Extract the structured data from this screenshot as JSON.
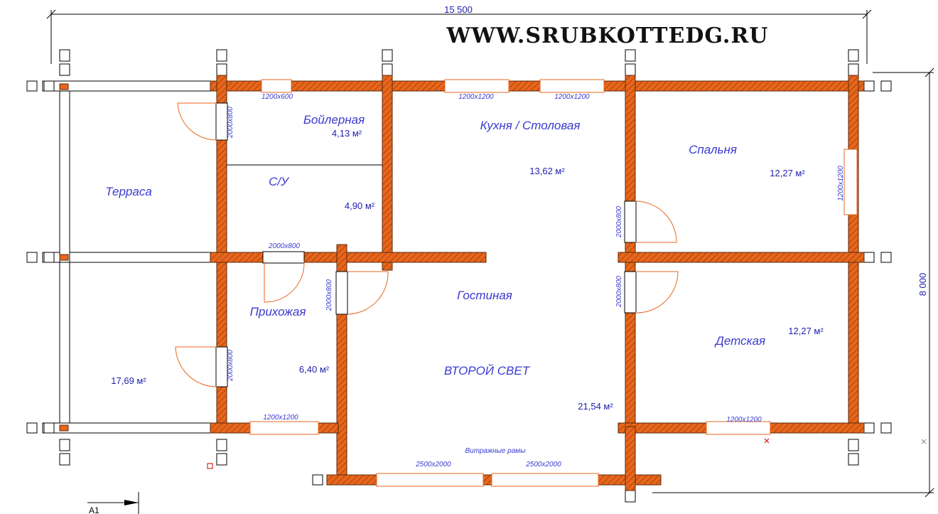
{
  "brand": "WWW.SRUBKOTTEDG.RU",
  "overall": {
    "width": "15 500",
    "height": "8 000"
  },
  "section_mark": "A1",
  "rooms": {
    "boiler": {
      "name": "Бойлерная",
      "area": "4,13 м²"
    },
    "kitchen": {
      "name": "Кухня / Столовая",
      "area": "13,62 м²"
    },
    "bedroom": {
      "name": "Спальня",
      "area": "12,27 м²"
    },
    "terrace": {
      "name": "Терраса",
      "area": "17,69 м²"
    },
    "wc": {
      "name": "С/У",
      "area": "4,90 м²"
    },
    "hall": {
      "name": "Прихожая",
      "area": "6,40 м²"
    },
    "living": {
      "name": "Гостиная",
      "second_light": "ВТОРОЙ СВЕТ",
      "area": "21,54 м²"
    },
    "kids": {
      "name": "Детская",
      "area": "12,27 м²"
    }
  },
  "labels": {
    "win_1200x600": "1200x600",
    "win_1200x1200": "1200x1200",
    "door_2000x800": "2000x800",
    "stained": "Витражные рамы",
    "stained_size": "2500x2000"
  }
}
